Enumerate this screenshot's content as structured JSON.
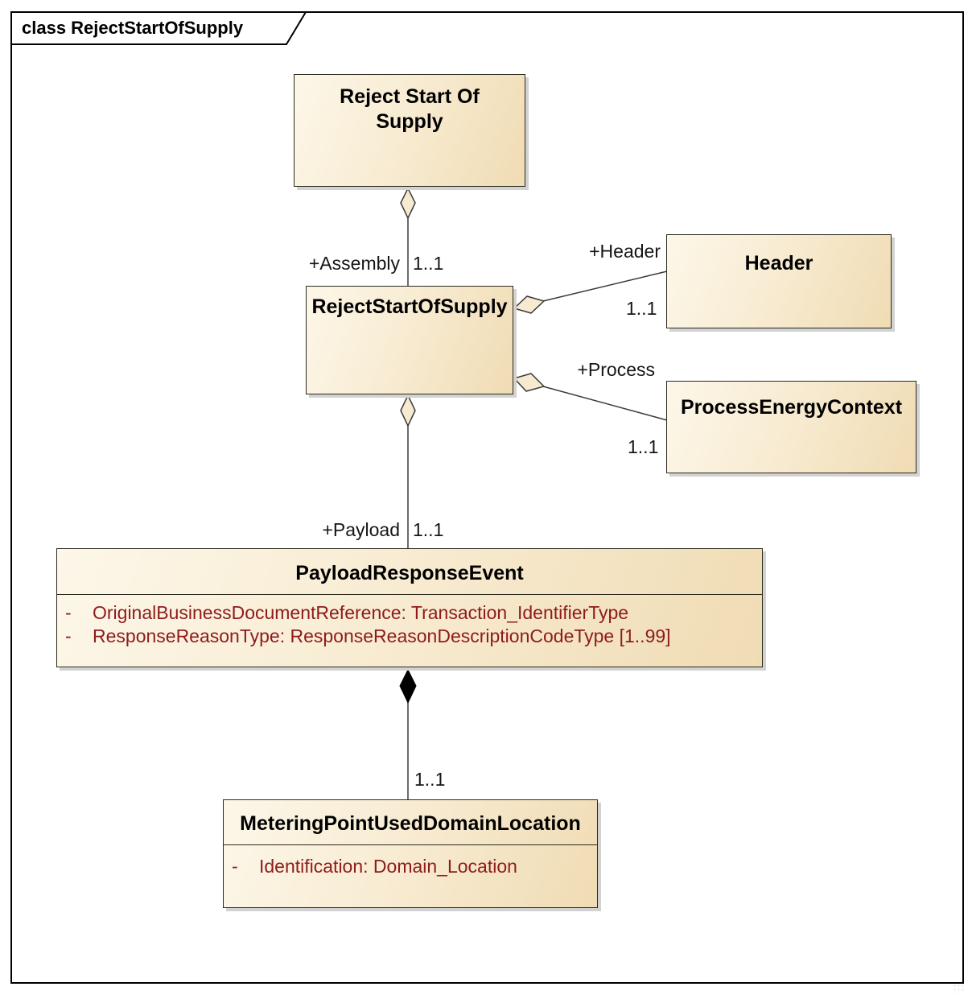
{
  "frame": {
    "title": "class RejectStartOfSupply"
  },
  "classes": {
    "rejectStartOfSupplyObject": {
      "name": "Reject Start Of Supply"
    },
    "rejectStartOfSupply": {
      "name": "RejectStartOfSupply"
    },
    "header": {
      "name": "Header"
    },
    "processEnergyContext": {
      "name": "ProcessEnergyContext"
    },
    "payloadResponseEvent": {
      "name": "PayloadResponseEvent",
      "attributes": [
        {
          "visibility": "-",
          "text": "OriginalBusinessDocumentReference: Transaction_IdentifierType"
        },
        {
          "visibility": "-",
          "text": "ResponseReasonType: ResponseReasonDescriptionCodeType [1..99]"
        }
      ]
    },
    "meteringPointUsedDomainLocation": {
      "name": "MeteringPointUsedDomainLocation",
      "attributes": [
        {
          "visibility": "-",
          "text": "Identification: Domain_Location"
        }
      ]
    }
  },
  "associations": {
    "assembly": {
      "role": "+Assembly",
      "multiplicity": "1..1",
      "type": "aggregation"
    },
    "header": {
      "role": "+Header",
      "multiplicity": "1..1",
      "type": "aggregation"
    },
    "process": {
      "role": "+Process",
      "multiplicity": "1..1",
      "type": "aggregation"
    },
    "payload": {
      "role": "+Payload",
      "multiplicity": "1..1",
      "type": "aggregation"
    },
    "meteringPoint": {
      "multiplicity": "1..1",
      "type": "composition"
    }
  },
  "colors": {
    "class_fill_light": "#fdf7e9",
    "class_fill_dark": "#f0dcb4",
    "class_border": "#2a2a1e",
    "attribute_text": "#8e1b1b",
    "connector_line": "#3a3a3a",
    "shadow": "#d2d2d2",
    "frame_border": "#000000"
  }
}
